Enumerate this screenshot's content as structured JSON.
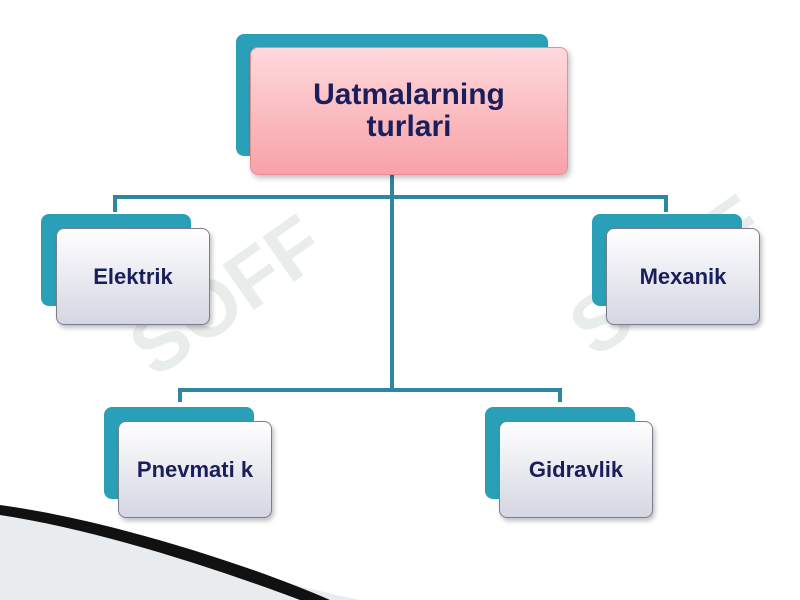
{
  "diagram": {
    "root": {
      "label": "Uatmalarning turlari"
    },
    "nodes": [
      {
        "id": "elektrik",
        "label": "Elektrik"
      },
      {
        "id": "mexanik",
        "label": "Mexanik"
      },
      {
        "id": "pnevmatik",
        "label": "Pnevmati k"
      },
      {
        "id": "gidravlik",
        "label": "Gidravlik"
      }
    ],
    "edges": [
      {
        "from": "root",
        "to": "elektrik"
      },
      {
        "from": "root",
        "to": "mexanik"
      },
      {
        "from": "root",
        "to": "pnevmatik"
      },
      {
        "from": "root",
        "to": "gidravlik"
      }
    ]
  },
  "watermark": {
    "text": "SOFF"
  },
  "colors": {
    "connector": "#2e86a0",
    "tab": "#2aa0b8",
    "root_fill": "#f7a2a8",
    "node_fill": "#e4e6ee",
    "text": "#1a1f5c"
  }
}
